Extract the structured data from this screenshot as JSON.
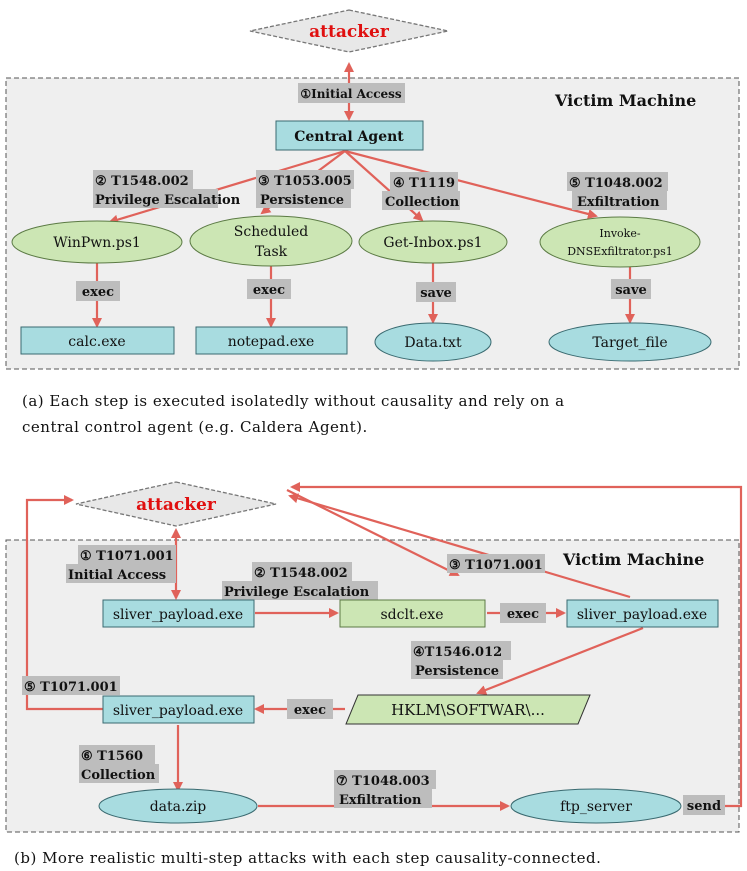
{
  "part_a": {
    "attacker": "attacker",
    "machine_title": "Victim Machine",
    "initial_access": "①Initial Access",
    "central_agent": "Central Agent",
    "step2": [
      "② T1548.002",
      "Privilege Escalation"
    ],
    "step3": [
      "③ T1053.005",
      "Persistence"
    ],
    "step4": [
      "④ T1119",
      "Collection"
    ],
    "step5": [
      "⑤ T1048.002",
      "Exfiltration"
    ],
    "winpwn": "WinPwn.ps1",
    "scheduled": [
      "Scheduled",
      "Task"
    ],
    "getinbox": "Get-Inbox.ps1",
    "invoke": [
      "Invoke-",
      "DNSExfiltrator.ps1"
    ],
    "exec1": "exec",
    "exec2": "exec",
    "save1": "save",
    "save2": "save",
    "calc": "calc.exe",
    "notepad": "notepad.exe",
    "datatxt": "Data.txt",
    "target": "Target_file",
    "caption": [
      "(a) Each step is executed isolatedly without causality and rely on a",
      "central control agent (e.g. Caldera Agent)."
    ]
  },
  "part_b": {
    "attacker": "attacker",
    "machine_title": "Victim Machine",
    "step1": [
      "① T1071.001",
      "Initial Access"
    ],
    "step2": [
      "② T1548.002",
      "Privilege Escalation"
    ],
    "step3": "③ T1071.001",
    "step4": [
      "④T1546.012",
      "Persistence"
    ],
    "step5": "⑤ T1071.001",
    "step6": [
      "⑥ T1560",
      "Collection"
    ],
    "step7": [
      "⑦ T1048.003",
      "Exfiltration"
    ],
    "sliver1": "sliver_payload.exe",
    "sdclt": "sdclt.exe",
    "sliver2": "sliver_payload.exe",
    "hklm": "HKLM\\SOFTWAR\\...",
    "sliver3": "sliver_payload.exe",
    "datazip": "data.zip",
    "ftp": "ftp_server",
    "exec1": "exec",
    "exec2": "exec",
    "send": "send",
    "caption": "(b) More realistic multi-step attacks with each step causality-connected."
  },
  "colors": {
    "arrow": "#e0625a",
    "box_fill": "#a8dce0",
    "green_fill": "#cce6b4",
    "label_bg": "#bdbdbd",
    "frame_bg": "#eeeeee",
    "attacker_red": "#e01010"
  }
}
